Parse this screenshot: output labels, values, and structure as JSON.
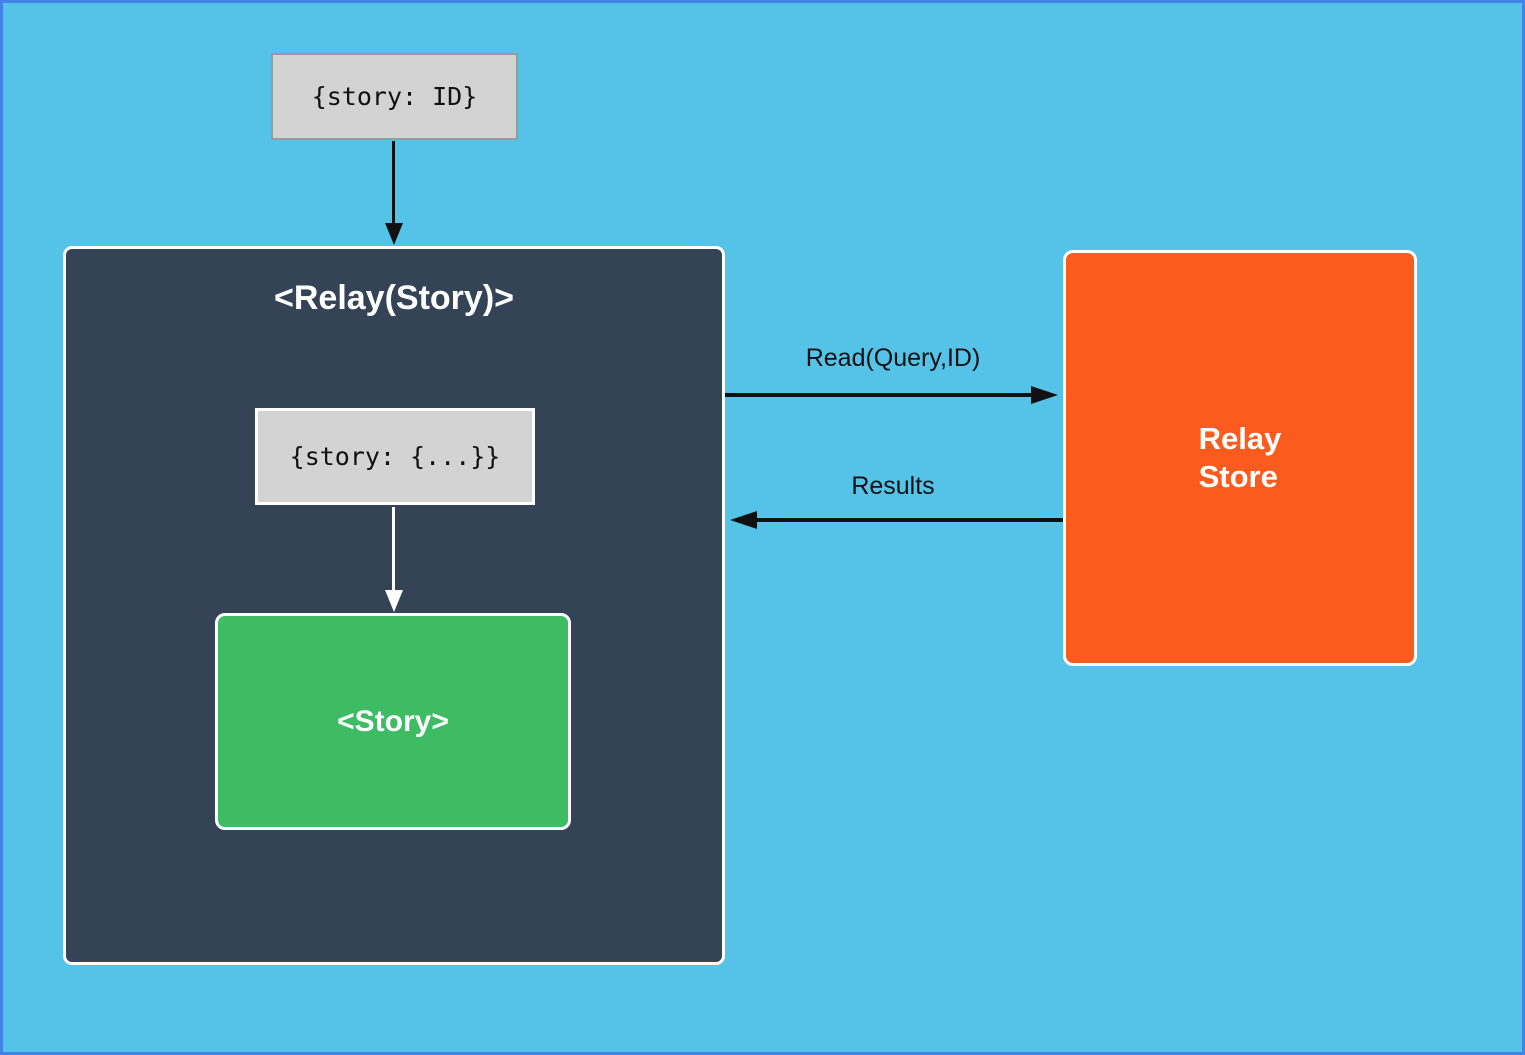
{
  "colors": {
    "page_bg": "#55C3E8",
    "page_border": "#4183E8",
    "dark_box": "#344456",
    "green_box": "#3DBC64",
    "orange_box": "#FB5C1D",
    "gray_box": "#D3D3D3",
    "gray_border": "#9B9B9B",
    "arrow_black": "#111111"
  },
  "nodes": {
    "story_id_box": {
      "label": "{story: ID}"
    },
    "relay_story_box": {
      "title": "<Relay(Story)>"
    },
    "story_props_box": {
      "label": "{story: {...}}"
    },
    "story_component_box": {
      "label": "<Story>"
    },
    "relay_store_box": {
      "title_line1": "Relay",
      "title_line2": "Store"
    }
  },
  "edges": {
    "read_arrow": {
      "label": "Read(Query,ID)",
      "direction": "right"
    },
    "results_arrow": {
      "label": "Results",
      "direction": "left"
    }
  }
}
